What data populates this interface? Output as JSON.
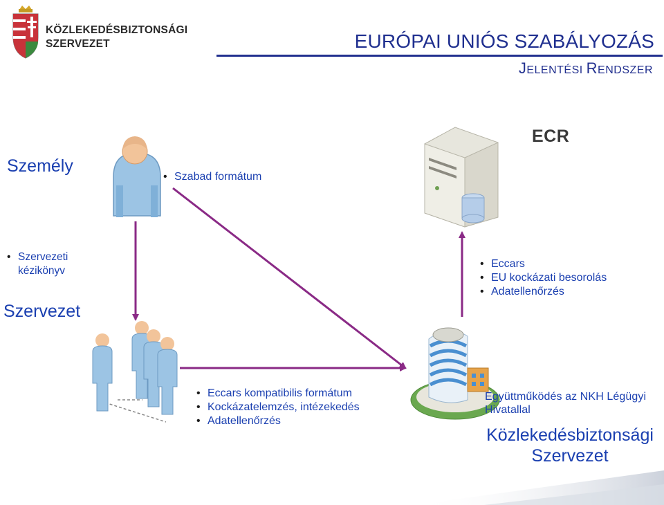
{
  "header": {
    "org_line1": "KÖZLEKEDÉSBIZTONSÁGI",
    "org_line2": "SZERVEZET",
    "title": "EURÓPAI UNIÓS SZABÁLYOZÁS",
    "subtitle_cap1": "J",
    "subtitle_rest1": "ELENTÉSI",
    "subtitle_cap2": "R",
    "subtitle_rest2": "ENDSZER"
  },
  "nodes": {
    "person": {
      "label": "Személy",
      "items": [
        "Szabad formátum"
      ]
    },
    "organization": {
      "label": "Szervezet",
      "items": [
        "Szervezeti kézikönyv"
      ]
    },
    "ecr": {
      "label": "ECR",
      "items": [
        "Eccars",
        "EU kockázati besorolás",
        "Adatellenőrzés"
      ]
    },
    "bottom": {
      "items": [
        "Eccars kompatibilis formátum",
        "Kockázatelemzés, intézekedés",
        "Adatellenőrzés"
      ]
    },
    "agency": {
      "cooperation": "Együttműködés az NKH Légügyi Hivatallal",
      "name": "Közlekedésbiztonsági Szervezet"
    }
  },
  "colors": {
    "title_blue": "#1f2f8f",
    "label_blue": "#1a3fb0",
    "arrow_purple": "#8a2a86",
    "person_blue": "#9cc4e4",
    "skin": "#f2c49a"
  },
  "icons": [
    "coat-of-arms-icon",
    "person-icon",
    "server-icon",
    "group-of-people-icon",
    "building-icon"
  ]
}
